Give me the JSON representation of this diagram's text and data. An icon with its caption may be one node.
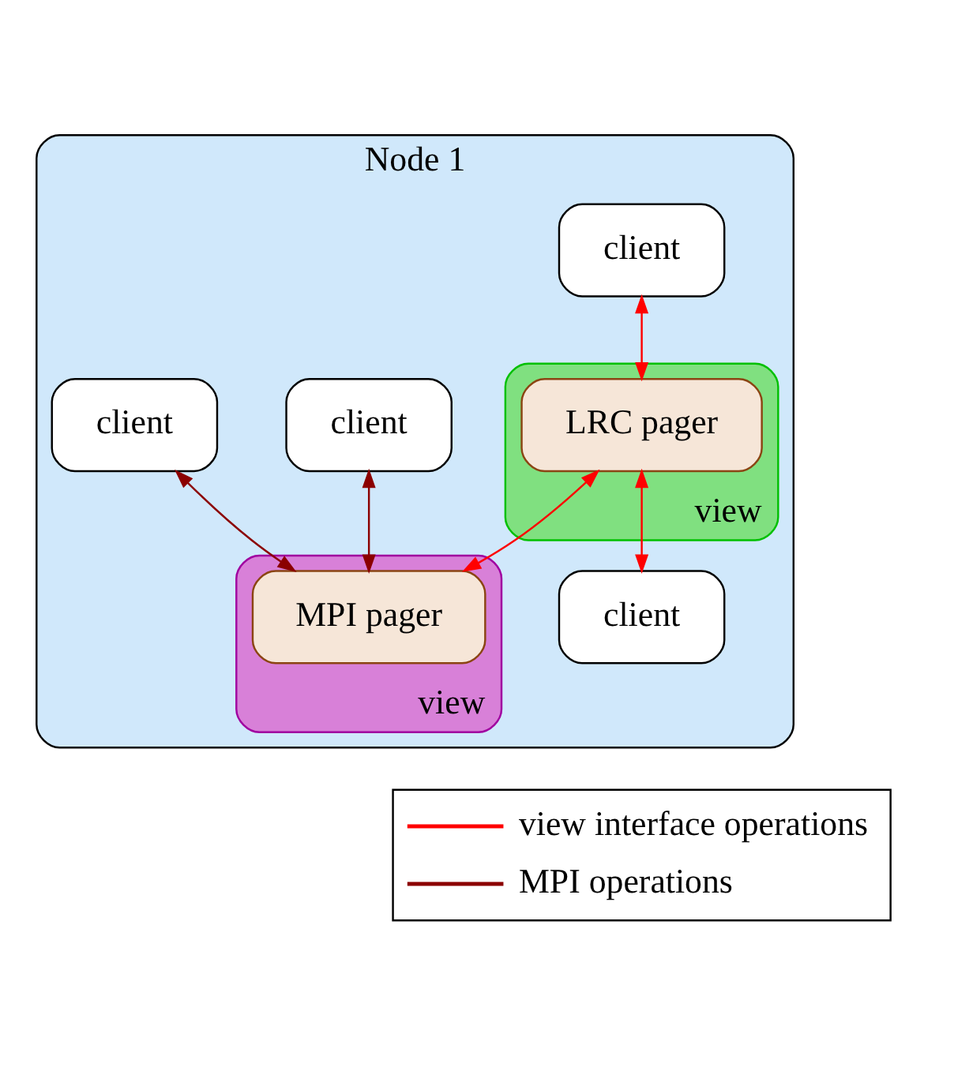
{
  "diagram": {
    "nodes": [
      {
        "text": [
          "Node 1"
        ]
      },
      {
        "text": [
          "client"
        ],
        "in": 0
      },
      {
        "text": [
          "client"
        ],
        "in": 0
      },
      {
        "text": [
          "client"
        ],
        "in": 0
      },
      {
        "text": [
          "view"
        ],
        "in": 0
      },
      {
        "text": [
          "LRC pager"
        ],
        "in": 4
      },
      {
        "text": [
          "view"
        ],
        "in": 0
      },
      {
        "text": [
          "MPI pager"
        ],
        "in": 6
      },
      {
        "text": [
          "client"
        ],
        "in": 0
      }
    ],
    "edges": [
      {
        "from": 1,
        "to": 5,
        "arrow": "both"
      },
      {
        "from": 2,
        "to": 7,
        "arrow": "both",
        "color": "#8b0000"
      },
      {
        "from": 3,
        "to": 7,
        "arrow": "both",
        "color": "#8b0000"
      },
      {
        "from": 5,
        "to": 7,
        "arrow": "both"
      },
      {
        "from": 5,
        "to": 8,
        "arrow": "both"
      }
    ],
    "legend": [
      {
        "text": "view interface operations"
      },
      {
        "text": "MPI operations"
      }
    ]
  }
}
